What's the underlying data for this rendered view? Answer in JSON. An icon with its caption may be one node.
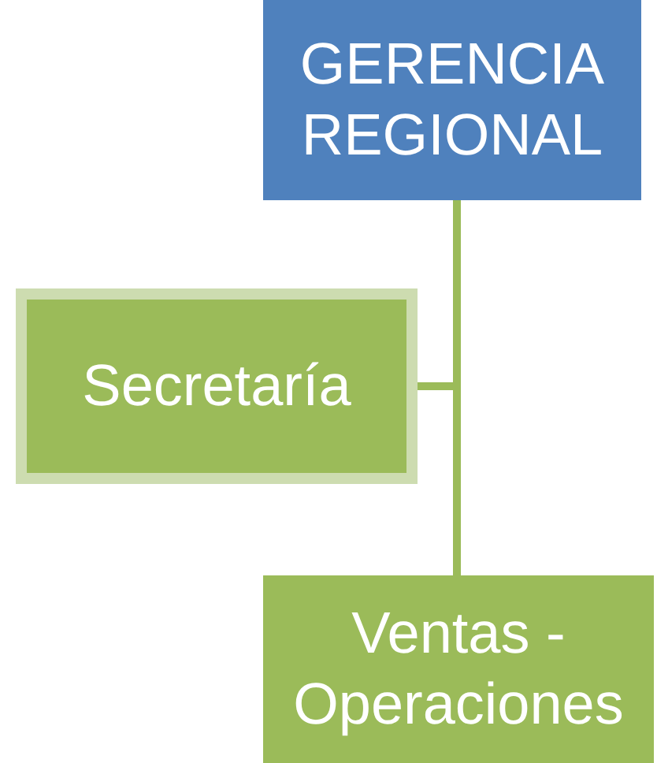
{
  "diagram": {
    "nodes": [
      {
        "text": [
          "GERENCIA REGIONAL"
        ]
      },
      {
        "text": [
          "Secretaría"
        ]
      },
      {
        "text": [
          "Ventas - Operaciones"
        ]
      }
    ],
    "edges": [
      {
        "from": 0,
        "to": 1,
        "arrow": "none"
      },
      {
        "from": 0,
        "to": 2,
        "arrow": "none"
      }
    ]
  }
}
